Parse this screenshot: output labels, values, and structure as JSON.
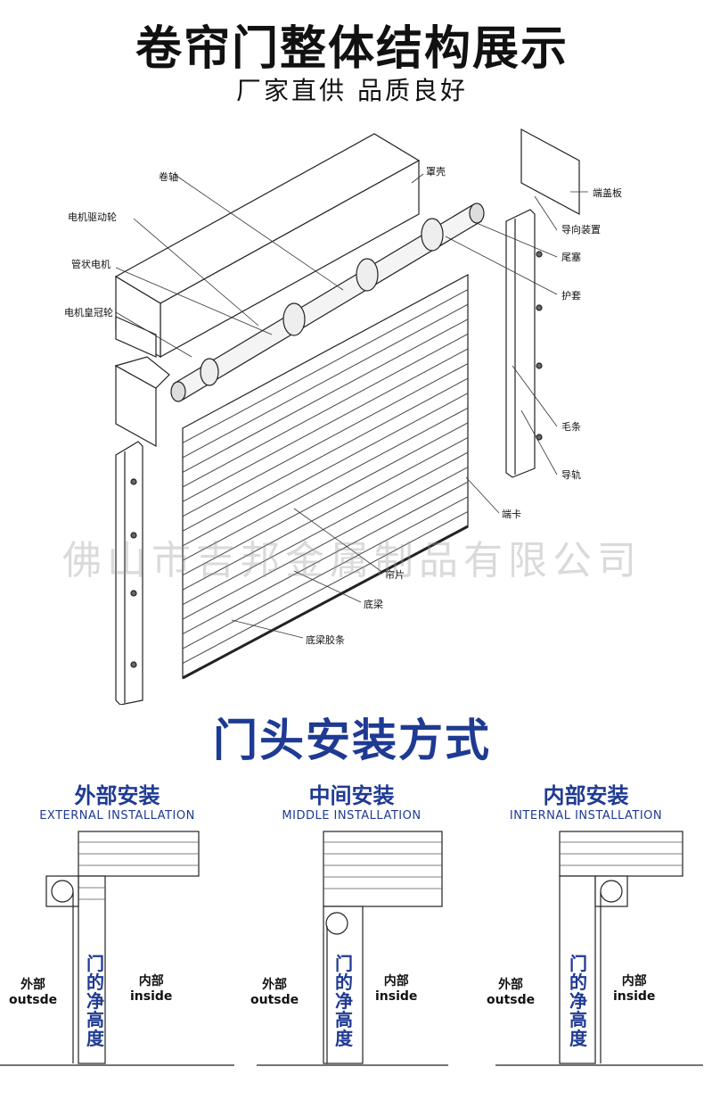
{
  "header": {
    "title": "卷帘门整体结构展示",
    "subtitle": "厂家直供  品质良好"
  },
  "diagram": {
    "labels": {
      "shaft": "卷轴",
      "cover": "罩壳",
      "end_plate": "端盖板",
      "guide_device": "导向装置",
      "motor_drive_wheel": "电机驱动轮",
      "tube_motor": "管状电机",
      "motor_crown_wheel": "电机皇冠轮",
      "tail_plug": "尾塞",
      "sleeve": "护套",
      "brush_strip": "毛条",
      "guide_rail": "导轨",
      "end_clip": "端卡",
      "slat": "帘片",
      "bottom_beam": "底梁",
      "bottom_rubber": "底梁胶条"
    },
    "watermark": "佛山市吉邦金属制品有限公司"
  },
  "section": {
    "title": "门头安装方式"
  },
  "installations": [
    {
      "title": "外部安装",
      "subtitle": "EXTERNAL INSTALLATION",
      "outside": "外部",
      "outside_en": "outsde",
      "inside": "内部",
      "inside_en": "inside",
      "height_text": "门的净高度"
    },
    {
      "title": "中间安装",
      "subtitle": "MIDDLE INSTALLATION",
      "outside": "外部",
      "outside_en": "outsde",
      "inside": "内部",
      "inside_en": "inside",
      "height_text": "门的净高度"
    },
    {
      "title": "内部安装",
      "subtitle": "INTERNAL INSTALLATION",
      "outside": "外部",
      "outside_en": "outsde",
      "inside": "内部",
      "inside_en": "inside",
      "height_text": "门的净高度"
    }
  ],
  "colors": {
    "accent": "#1f3a93",
    "line": "#222222"
  }
}
